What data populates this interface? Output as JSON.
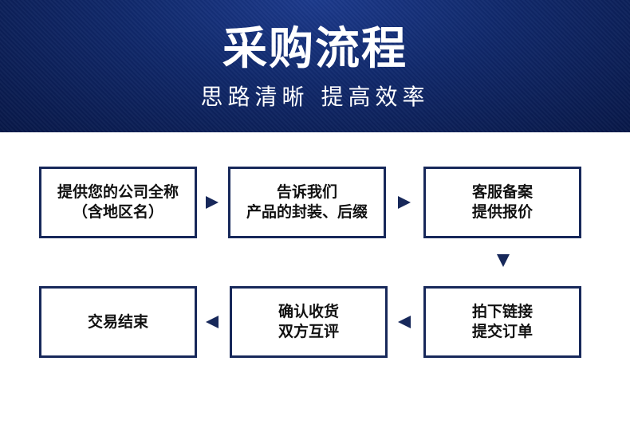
{
  "header": {
    "title": "采购流程",
    "subtitle": "思路清晰 提高效率"
  },
  "steps": [
    {
      "line1": "提供您的公司全称",
      "line2": "（含地区名）"
    },
    {
      "line1": "告诉我们",
      "line2": "产品的封装、后缀"
    },
    {
      "line1": "客服备案",
      "line2": "提供报价"
    },
    {
      "line1": "拍下链接",
      "line2": "提交订单"
    },
    {
      "line1": "确认收货",
      "line2": "双方互评"
    },
    {
      "line1": "交易结束",
      "line2": ""
    }
  ],
  "colors": {
    "banner": "#10286a",
    "box_border": "#17285a",
    "arrow": "#17285a"
  },
  "icons": [
    "arrow-right-icon",
    "arrow-down-icon",
    "arrow-left-icon"
  ]
}
